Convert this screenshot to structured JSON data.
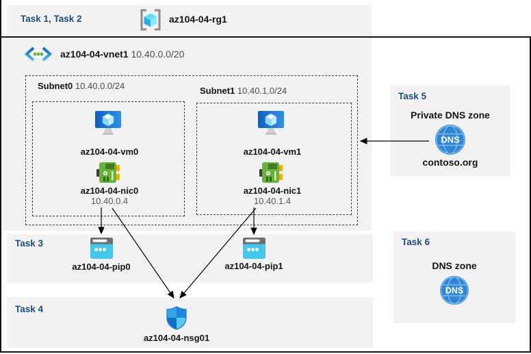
{
  "top_band": {
    "task_label": "Task 1, Task 2",
    "resource_group": "az104-04-rg1"
  },
  "vnet": {
    "name": "az104-04-vnet1",
    "cidr": "10.40.0.0/20",
    "subnets": [
      {
        "name": "Subnet0",
        "cidr": "10.40.0.0/24",
        "vm": "az104-04-vm0",
        "nic": "az104-04-nic0",
        "ip": "10.40.0.4"
      },
      {
        "name": "Subnet1",
        "cidr": "10.40.1.0/24",
        "vm": "az104-04-vm1",
        "nic": "az104-04-nic1",
        "ip": "10.40.1.4"
      }
    ]
  },
  "task3": {
    "label": "Task 3",
    "pips": [
      "az104-04-pip0",
      "az104-04-pip1"
    ]
  },
  "task4": {
    "label": "Task 4",
    "nsg": "az104-04-nsg01"
  },
  "task5": {
    "label": "Task 5",
    "title": "Private DNS zone",
    "zone": "contoso.org",
    "dns_icon_text": "DNS"
  },
  "task6": {
    "label": "Task 6",
    "title": "DNS zone",
    "dns_icon_text": "DNS"
  },
  "icons": {
    "resource_group": "gray-brackets-cyan-cube",
    "virtual_network": "blue-chevrons-green-dots",
    "virtual_machine": "blue-monitor-cube",
    "network_interface": "green-circuit-board",
    "public_ip": "cyan-browser-window-dots",
    "nsg": "quartered-blue-shield",
    "dns": "blue-globe-dns"
  },
  "colors": {
    "task_label": "#1f4e79",
    "band_background": "#f2f2f2",
    "frame_border": "#111111",
    "arrow": "#000000",
    "dns_blue": "#2e86d4",
    "pip_cyan": "#43c7eb",
    "nic_green": "#69b33c",
    "vm_blue": "#1565c8"
  }
}
